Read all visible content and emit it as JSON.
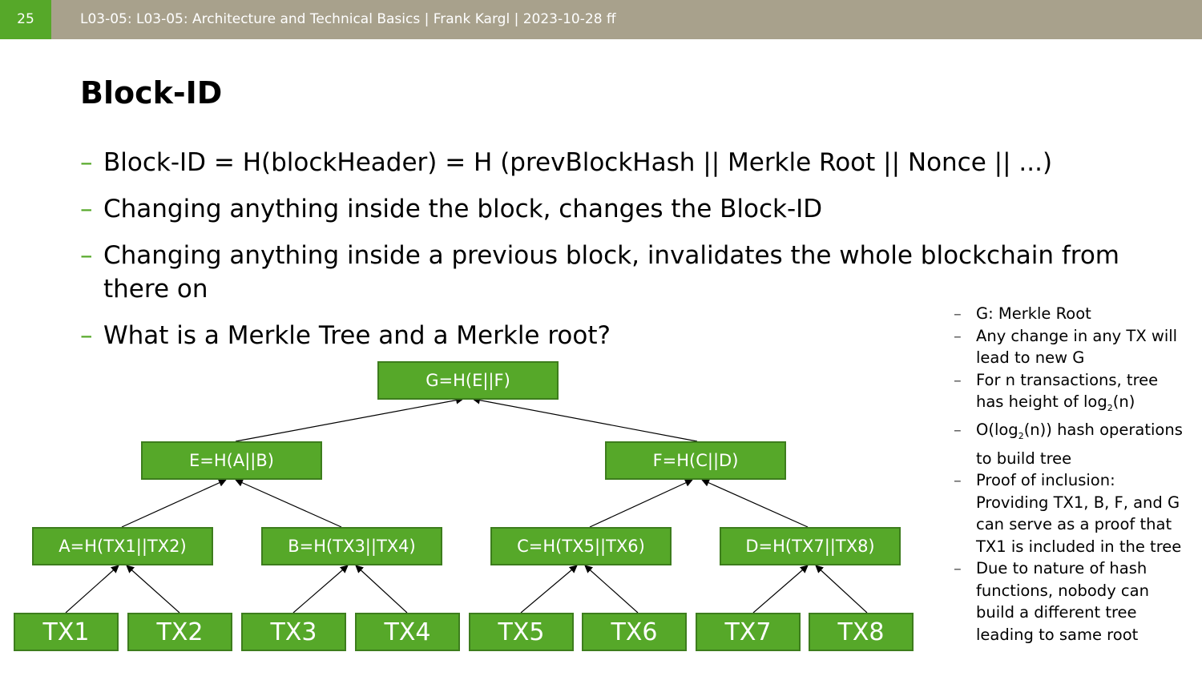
{
  "header": {
    "slide_number": "25",
    "text": "L03-05: L03-05: Architecture and Technical Basics | Frank Kargl | 2023-10-28 ff"
  },
  "title": "Block-ID",
  "bullets": [
    "Block-ID = H(blockHeader) = H (prevBlockHash || Merkle Root || Nonce || ...)",
    "Changing anything inside the block, changes the Block-ID",
    "Changing anything inside a previous block, invalidates the whole blockchain from there on",
    "What is a Merkle Tree and a Merkle root?"
  ],
  "side_notes": {
    "n1": "G: Merkle Root",
    "n2": "Any change in any TX will lead to new G",
    "n3_a": "For n transactions, tree has height of log",
    "n3_sub": "2",
    "n3_b": "(n)",
    "n4_a": "O(log",
    "n4_sub": "2",
    "n4_b": "(n)) hash operations to build tree",
    "n5": "Proof of inclusion: Providing TX1, B, F, and G can serve as a proof that TX1 is included in the tree",
    "n6": "Due to nature of hash functions, nobody can build a different tree leading to same root"
  },
  "tree": {
    "root": "G=H(E||F)",
    "level1": [
      "E=H(A||B)",
      "F=H(C||D)"
    ],
    "level2": [
      "A=H(TX1||TX2)",
      "B=H(TX3||TX4)",
      "C=H(TX5||TX6)",
      "D=H(TX7||TX8)"
    ],
    "leaves": [
      "TX1",
      "TX2",
      "TX3",
      "TX4",
      "TX5",
      "TX6",
      "TX7",
      "TX8"
    ]
  },
  "colors": {
    "accent": "#56a829",
    "header_bar": "#a8a18c",
    "node_border": "#3d7d1d"
  }
}
